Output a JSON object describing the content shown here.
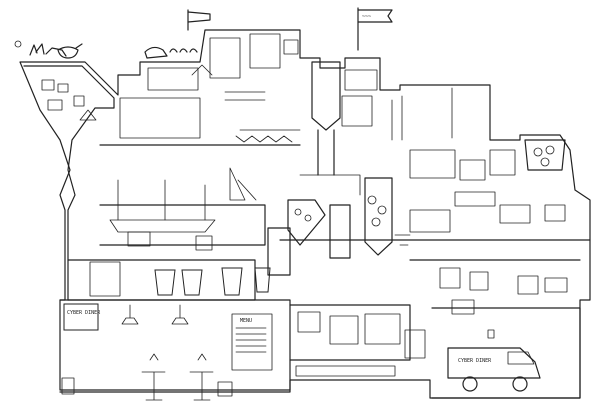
{
  "signs": {
    "cyber_diner_window": "CYBER DINER",
    "cyber_diner_van": "CYBER DINER",
    "flag_top": "~~~",
    "menu_board": "MENU"
  }
}
